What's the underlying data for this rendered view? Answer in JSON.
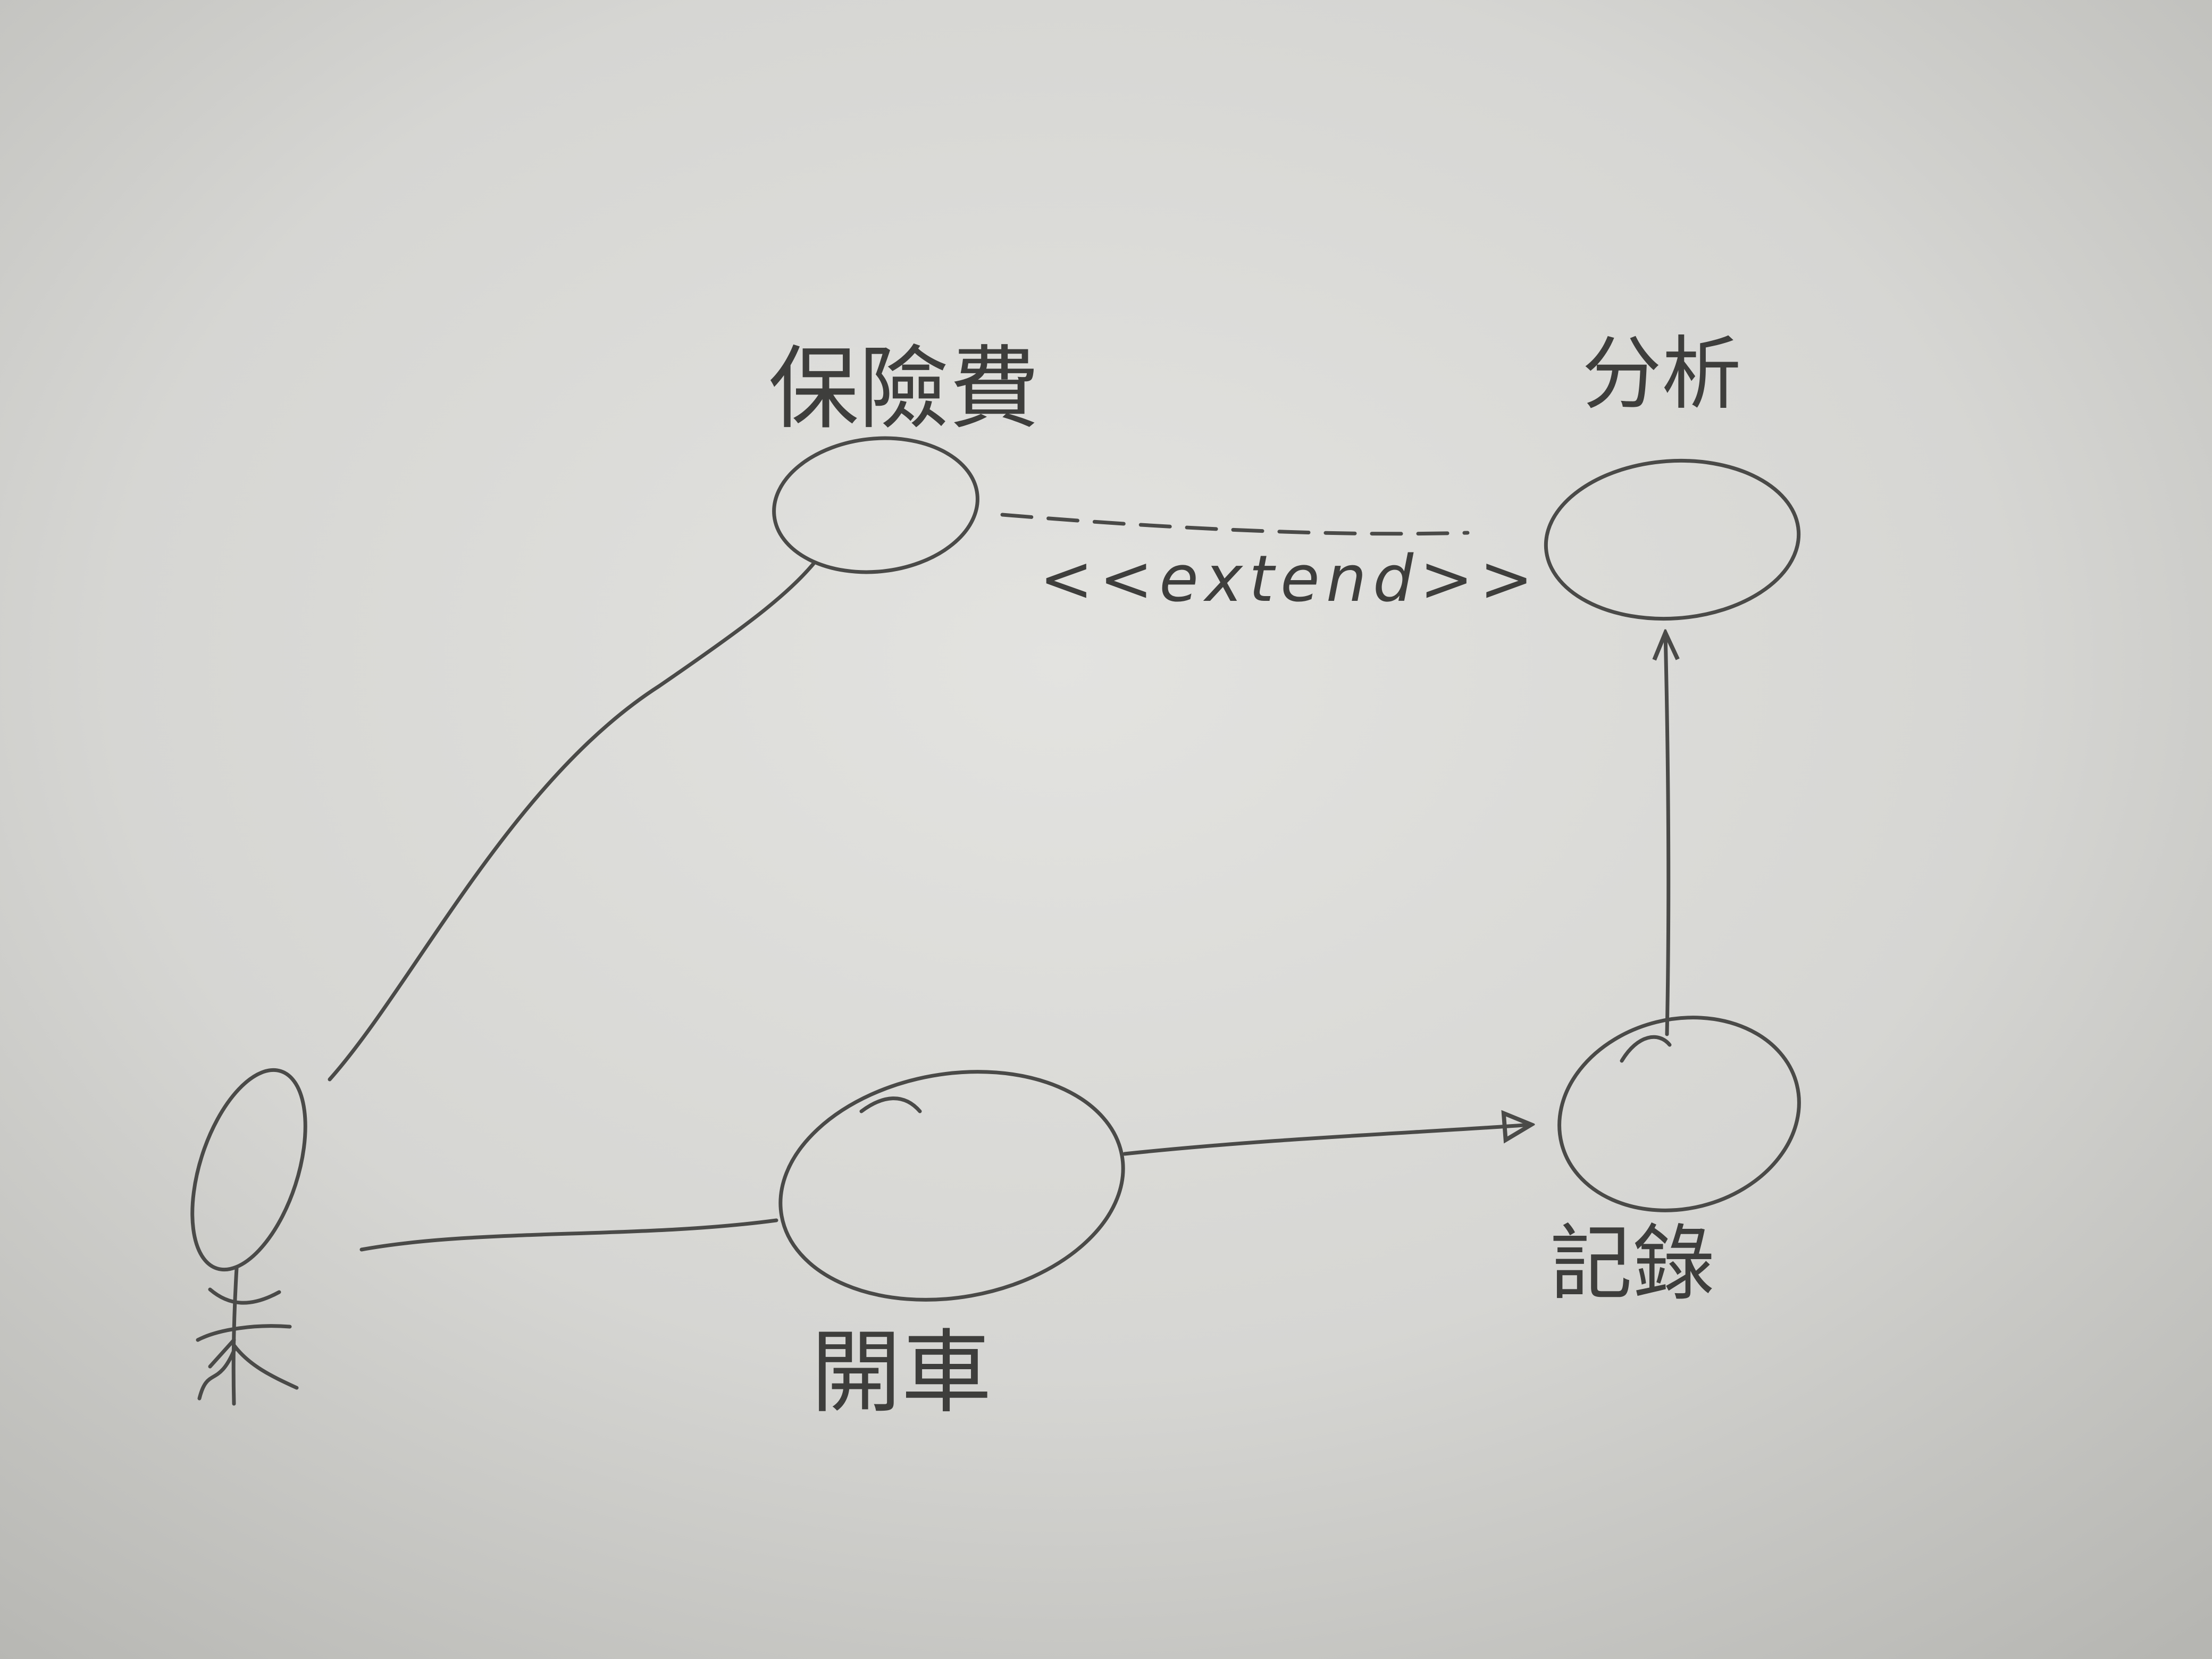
{
  "diagram": {
    "type": "use-case (hand-drawn)",
    "actor": {
      "icon": "stick-figure-icon"
    },
    "use_cases": {
      "insurance": {
        "label": "保險費"
      },
      "analysis": {
        "label": "分析"
      },
      "drive": {
        "label": "開車"
      },
      "record": {
        "label": "記錄"
      }
    },
    "relations": {
      "extend": {
        "label": "<<extend>>"
      }
    }
  },
  "colors": {
    "paper_light": "#e2e2df",
    "paper_dark": "#b8b8b4",
    "pencil": "#4a4a48"
  }
}
